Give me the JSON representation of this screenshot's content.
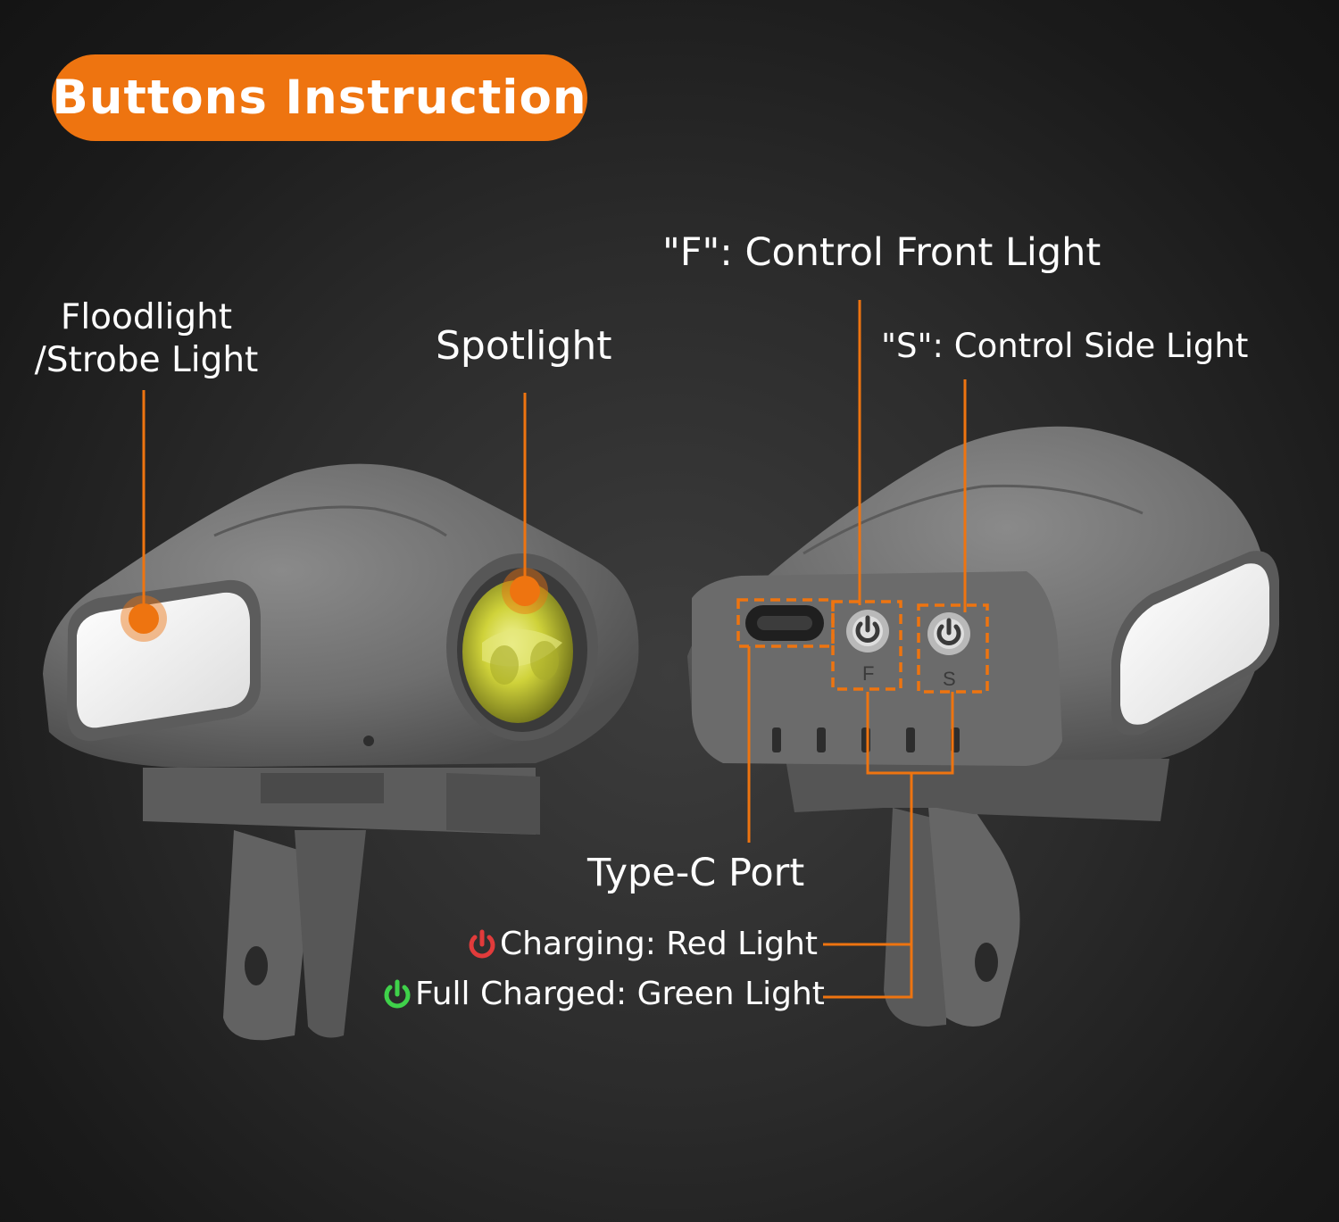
{
  "header": {
    "title": "Buttons Instruction"
  },
  "labels": {
    "floodlight_line1": "Floodlight",
    "floodlight_line2": "/Strobe Light",
    "spotlight": "Spotlight",
    "front_control": "\"F\": Control Front Light",
    "side_control": "\"S\": Control Side Light",
    "type_c": "Type-C Port",
    "charging": "Charging: Red Light",
    "full_charged": "Full Charged: Green Light"
  },
  "button_marks": {
    "front": "F",
    "side": "S"
  },
  "colors": {
    "accent": "#ee7410",
    "charging_icon": "#e23b3b",
    "full_icon": "#3fd14a",
    "device_body": "#707070"
  },
  "icons": {
    "charging": "power-icon",
    "full_charged": "power-icon",
    "front_button": "power-icon",
    "side_button": "power-icon"
  }
}
